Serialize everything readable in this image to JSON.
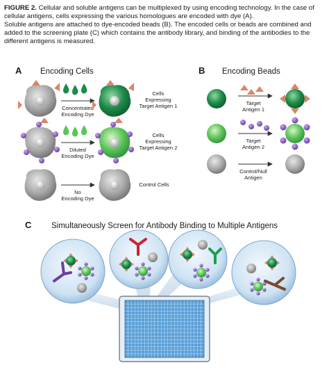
{
  "caption": {
    "lead": "FIGURE 2.",
    "line1_rest": " Cellular and soluble antigens can be multiplexed by using encoding technology. In the case of cellular antigens, cells expressing the various homologues are encoded with dye (A).",
    "line2": "Soluble antigens are attached to dye-encoded beads (B). The encoded cells or beads are combined and added to the  screening plate (C) which contains the antibody library, and binding of the antibodies to the different antigens is measured."
  },
  "panel_a": {
    "letter": "A",
    "title": "Encoding Cells",
    "rows": [
      {
        "arrow_label": [
          "Concentrated",
          "Encoding Dye"
        ],
        "result_label": [
          "Cells",
          "Expressing",
          "Target Antigen 1"
        ]
      },
      {
        "arrow_label": [
          "Diluted",
          "Encoding Dye"
        ],
        "result_label": [
          "Cells",
          "Expressing",
          "Target Antigen 2"
        ]
      },
      {
        "arrow_label": [
          "No",
          "Encoding Dye"
        ],
        "result_label": [
          "Control Cells"
        ]
      }
    ]
  },
  "panel_b": {
    "letter": "B",
    "title": "Encoding Beads",
    "rows": [
      {
        "arrow_label": [
          "Target",
          "Antigen 1"
        ]
      },
      {
        "arrow_label": [
          "Target",
          "Antigen 2"
        ]
      },
      {
        "arrow_label": [
          "Control/Null",
          "Antigen"
        ]
      }
    ]
  },
  "panel_c": {
    "letter": "C",
    "title": "Simultaneously Screen for Antibody Binding to Multiple Antigens"
  },
  "colors": {
    "dark_green": "#1f8a4a",
    "light_green": "#5cc45a",
    "gray_cell": "#9a9a9a",
    "antigen1_triangle": "#d9866a",
    "antigen2_dot": "#7a4fb0",
    "antibody_purple": "#6a3ea6",
    "antibody_red": "#cc2233",
    "antibody_green": "#1f9a55",
    "antibody_brown": "#7a4a2a",
    "well_blue": "#cfe3f3",
    "plate_well": "#5aa0d8"
  }
}
